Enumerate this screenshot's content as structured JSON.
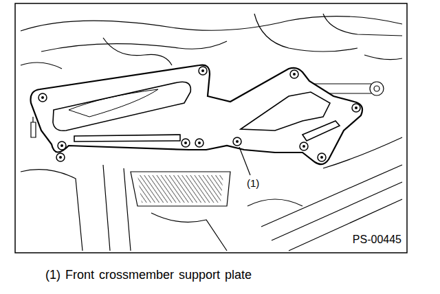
{
  "diagram": {
    "caption": "(1) Front crossmember support plate",
    "labels": [
      "(1)",
      "PS-00445"
    ]
  }
}
